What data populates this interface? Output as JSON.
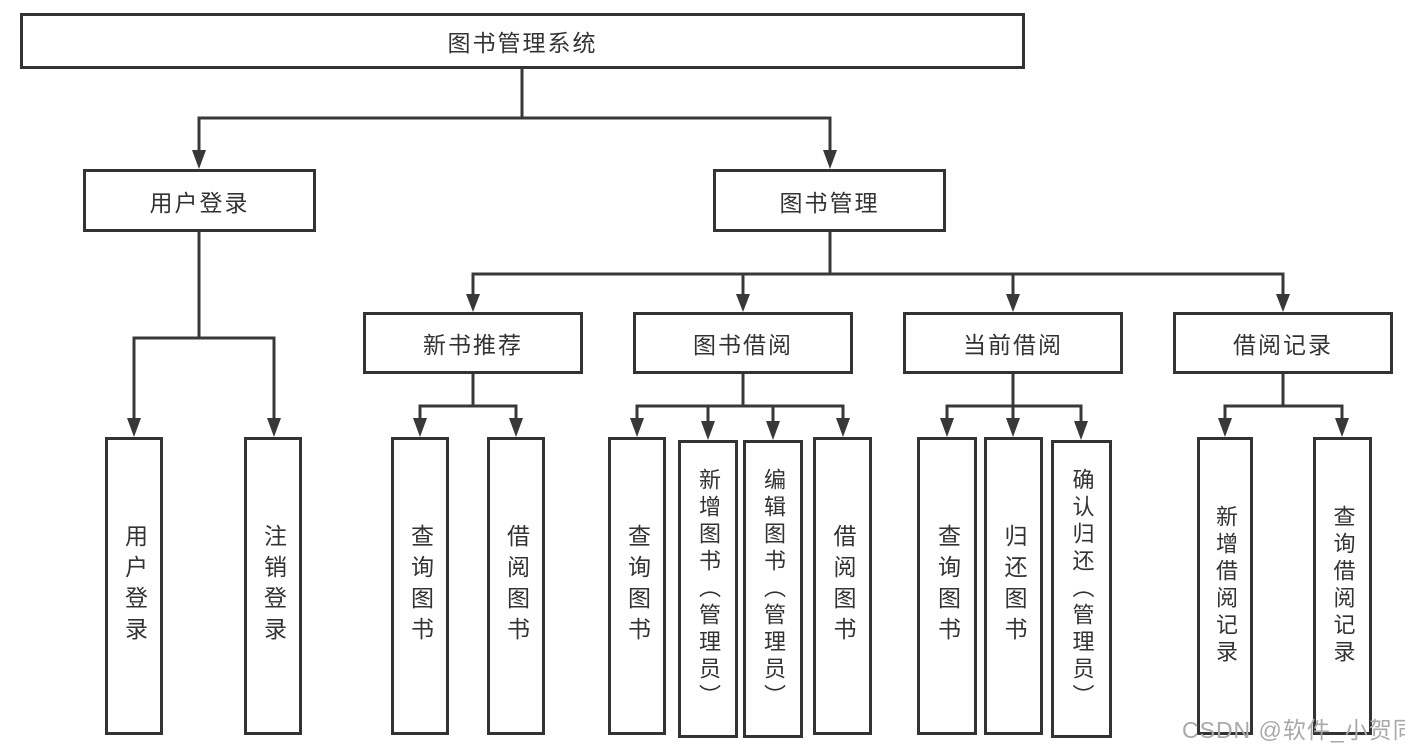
{
  "diagram": {
    "nodes": {
      "root": "图书管理系统",
      "user_login": "用户登录",
      "book_management": "图书管理",
      "new_book_recommend": "新书推荐",
      "book_borrow": "图书借阅",
      "current_borrow": "当前借阅",
      "borrow_record": "借阅记录",
      "leaves": {
        "user_login": [
          "用户登录",
          "注销登录"
        ],
        "new_book_recommend": [
          "查询图书",
          "借阅图书"
        ],
        "book_borrow": [
          "查询图书",
          "新增图书（管理员）",
          "编辑图书（管理员）",
          "借阅图书"
        ],
        "current_borrow": [
          "查询图书",
          "归还图书",
          "确认归还（管理员）"
        ],
        "borrow_record": [
          "新增借阅记录",
          "查询借阅记录"
        ]
      }
    },
    "colors": {
      "line": "#383838",
      "border": "#333333",
      "text": "#333333",
      "watermark": "#a9a9a9",
      "background": "#ffffff"
    }
  },
  "watermark": {
    "text": "CSDN @软件_小贺同学"
  }
}
